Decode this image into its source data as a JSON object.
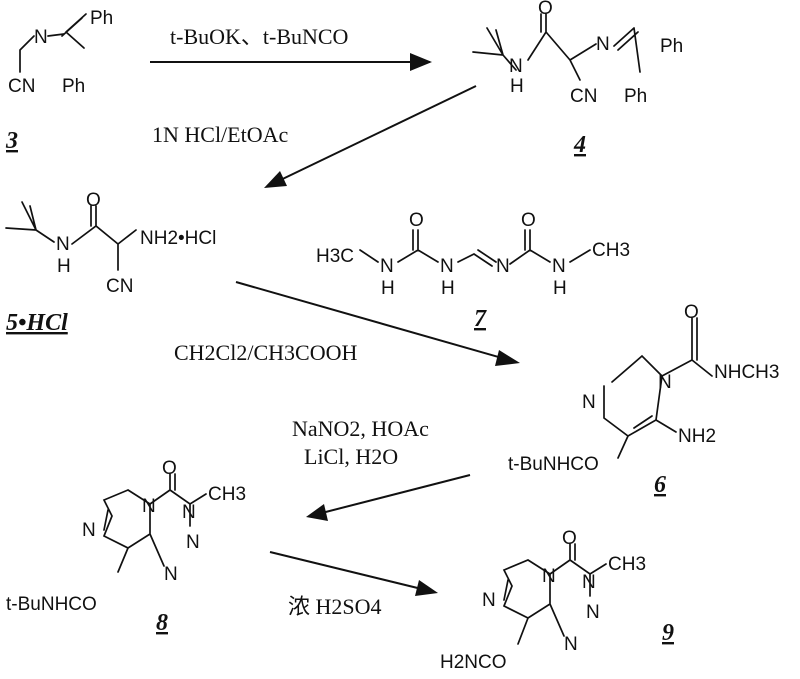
{
  "reaction1": {
    "conditions": "t-BuOK、t-BuNCO",
    "start_label": "3",
    "product_label": "4"
  },
  "reaction2": {
    "conditions": "1N HCl/EtOAc",
    "product_label": "5•HCl"
  },
  "reaction3": {
    "reagent_label": "7",
    "solvent": "CH2Cl2/CH3COOH",
    "product_label": "6"
  },
  "reaction4": {
    "conditions_line1": "NaNO2, HOAc",
    "conditions_line2": "LiCl, H2O",
    "product_label": "8"
  },
  "reaction5": {
    "conditions": "浓 H2SO4",
    "product_label": "9"
  },
  "atoms": {
    "N": "N",
    "H": "H",
    "O": "O",
    "Ph": "Ph",
    "CN": "CN",
    "NH2_HCl": "NH2•HCl",
    "H3C": "H3C",
    "CH3": "CH3",
    "NHCH3": "NHCH3",
    "NH2": "NH2",
    "tBuNHCO": "t-BuNHCO",
    "H2NCO": "H2NCO"
  }
}
